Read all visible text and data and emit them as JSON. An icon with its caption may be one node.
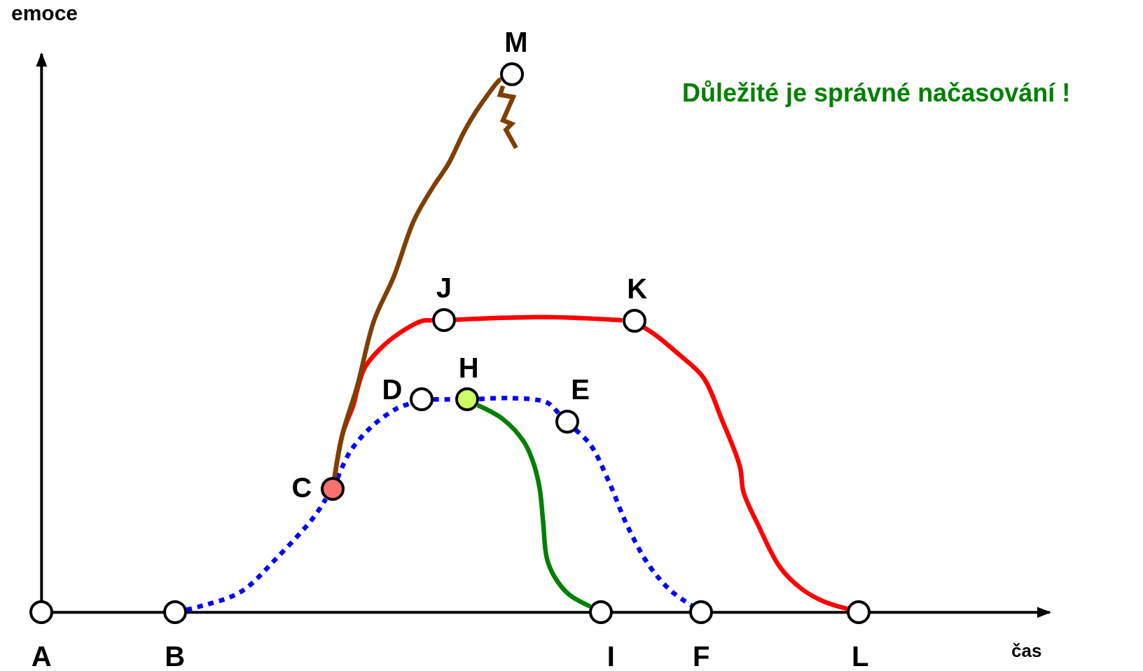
{
  "diagram": {
    "nodes": [
      {
        "text": [
          "A"
        ]
      },
      {
        "text": [
          "B"
        ]
      },
      {
        "text": [
          "C"
        ]
      },
      {
        "text": [
          "D"
        ]
      },
      {
        "text": [
          "H"
        ]
      },
      {
        "text": [
          "E"
        ]
      },
      {
        "text": [
          "I"
        ]
      },
      {
        "text": [
          "F"
        ]
      },
      {
        "text": [
          "J"
        ]
      },
      {
        "text": [
          "K"
        ]
      },
      {
        "text": [
          "L"
        ]
      },
      {
        "text": [
          "M"
        ]
      }
    ],
    "edges": [
      {
        "from": 1,
        "to": 2,
        "arrow": "none",
        "style": "dashed"
      },
      {
        "from": 2,
        "to": 3,
        "arrow": "none",
        "style": "dashed"
      },
      {
        "from": 3,
        "to": 4,
        "arrow": "none",
        "style": "dashed"
      },
      {
        "from": 4,
        "to": 5,
        "arrow": "none",
        "style": "dashed"
      },
      {
        "from": 5,
        "to": 7,
        "arrow": "none",
        "style": "dashed"
      },
      {
        "from": 2,
        "to": 8,
        "arrow": "none",
        "color": "#ff0000"
      },
      {
        "from": 8,
        "to": 9,
        "arrow": "none",
        "color": "#ff0000"
      },
      {
        "from": 9,
        "to": 10,
        "arrow": "none",
        "color": "#ff0000"
      },
      {
        "from": 4,
        "to": 6,
        "arrow": "none",
        "color": "#008000"
      },
      {
        "from": 2,
        "to": 11,
        "arrow": "none",
        "color": "#7f3f00"
      }
    ],
    "labels": [
      "emoce",
      "čas",
      "Důležité je správné načasování !"
    ]
  }
}
